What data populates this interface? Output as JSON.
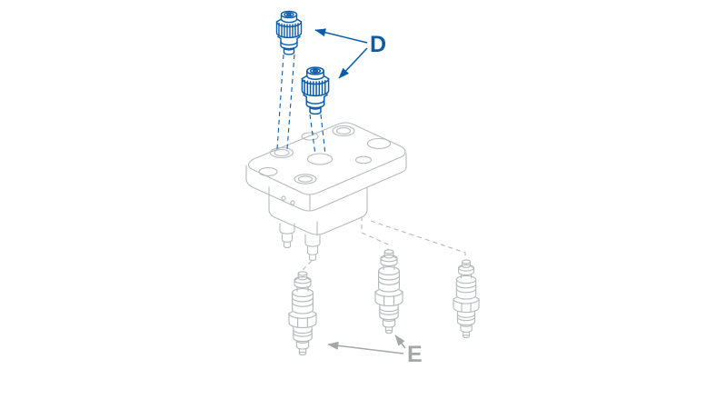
{
  "diagram": {
    "background": "#ffffff",
    "colors": {
      "blue": "#0b5ca8",
      "gray": "#b7babd",
      "label_gray": "#a3a7aa"
    },
    "labels": {
      "d": "D",
      "e": "E"
    },
    "parts": {
      "coupling_plug_top": "quick-coupling-plug",
      "coupling_plug_lower": "quick-coupling-plug",
      "manifold_block": "manifold-block",
      "valve_left": "cartridge-valve",
      "valve_middle": "cartridge-valve",
      "valve_right": "cartridge-valve"
    }
  }
}
